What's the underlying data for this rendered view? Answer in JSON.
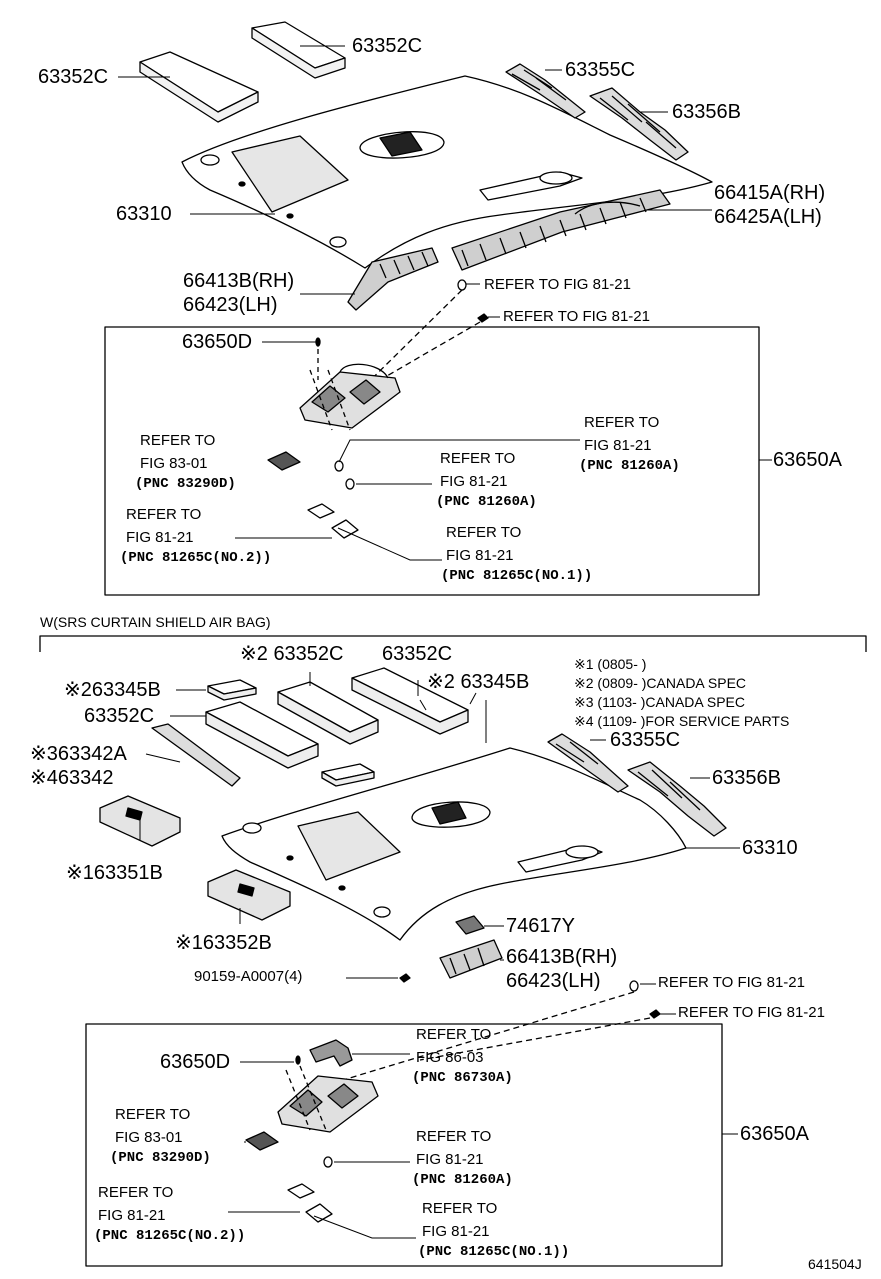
{
  "labels": {
    "t_63352C_a": "63352C",
    "t_63352C_b": "63352C",
    "t_63355C": "63355C",
    "t_63356B": "63356B",
    "t_63310": "63310",
    "t_66415A": "66415A(RH)",
    "t_66425A": "66425A(LH)",
    "t_66413B": "66413B(RH)",
    "t_66423": "66423(LH)",
    "t_ref_a": "REFER TO FIG 81-21",
    "t_ref_b": "REFER TO FIG 81-21",
    "t_63650D": "63650D",
    "t_63650A": "63650A",
    "t_r1a": "REFER TO",
    "t_r1b": "FIG 83-01",
    "t_r1c": "(PNC 83290D)",
    "t_r2a": "REFER TO",
    "t_r2b": "FIG 81-21",
    "t_r2c": "(PNC 81260A)",
    "t_r3a": "REFER TO",
    "t_r3b": "FIG 81-21",
    "t_r3c": "(PNC 81260A)",
    "t_r4a": "REFER TO",
    "t_r4b": "FIG 81-21",
    "t_r4c": "(PNC 81265C(NO.2))",
    "t_r5a": "REFER TO",
    "t_r5b": "FIG 81-21",
    "t_r5c": "(PNC 81265C(NO.1))"
  },
  "lower": {
    "header": "W(SRS CURTAIN SHIELD AIR BAG)",
    "b_63352C_a": "※2 63352C",
    "b_63352C_b": "63352C",
    "b_63345B_l": "※263345B",
    "b_63345B_r": "※2 63345B",
    "b_63352C_c": "63352C",
    "b_63342A": "※363342A",
    "b_63342": "※463342",
    "b_63351B": "※163351B",
    "b_63352B": "※163352B",
    "b_63355C": "63355C",
    "b_63356B": "63356B",
    "b_63310": "63310",
    "b_74617Y": "74617Y",
    "b_66413B": "66413B(RH)",
    "b_66423": "66423(LH)",
    "b_90159": "90159-A0007(4)",
    "b_ref_a": "REFER TO FIG 81-21",
    "b_ref_b": "REFER TO FIG 81-21",
    "b_63650D": "63650D",
    "b_63650A": "63650A",
    "n1": "※1 (0805-        )",
    "n2": "※2 (0809-        )CANADA SPEC",
    "n3": "※3 (1103-        )CANADA SPEC",
    "n4": "※4 (1109-        )FOR SERVICE PARTS",
    "q1a": "REFER TO",
    "q1b": "FIG 86-03",
    "q1c": "(PNC 86730A)",
    "q2a": "REFER TO",
    "q2b": "FIG 83-01",
    "q2c": "(PNC 83290D)",
    "q3a": "REFER TO",
    "q3b": "FIG 81-21",
    "q3c": "(PNC 81260A)",
    "q4a": "REFER TO",
    "q4b": "FIG 81-21",
    "q4c": "(PNC 81265C(NO.2))",
    "q5a": "REFER TO",
    "q5b": "FIG 81-21",
    "q5c": "(PNC 81265C(NO.1))"
  },
  "figure_code": "641504J"
}
